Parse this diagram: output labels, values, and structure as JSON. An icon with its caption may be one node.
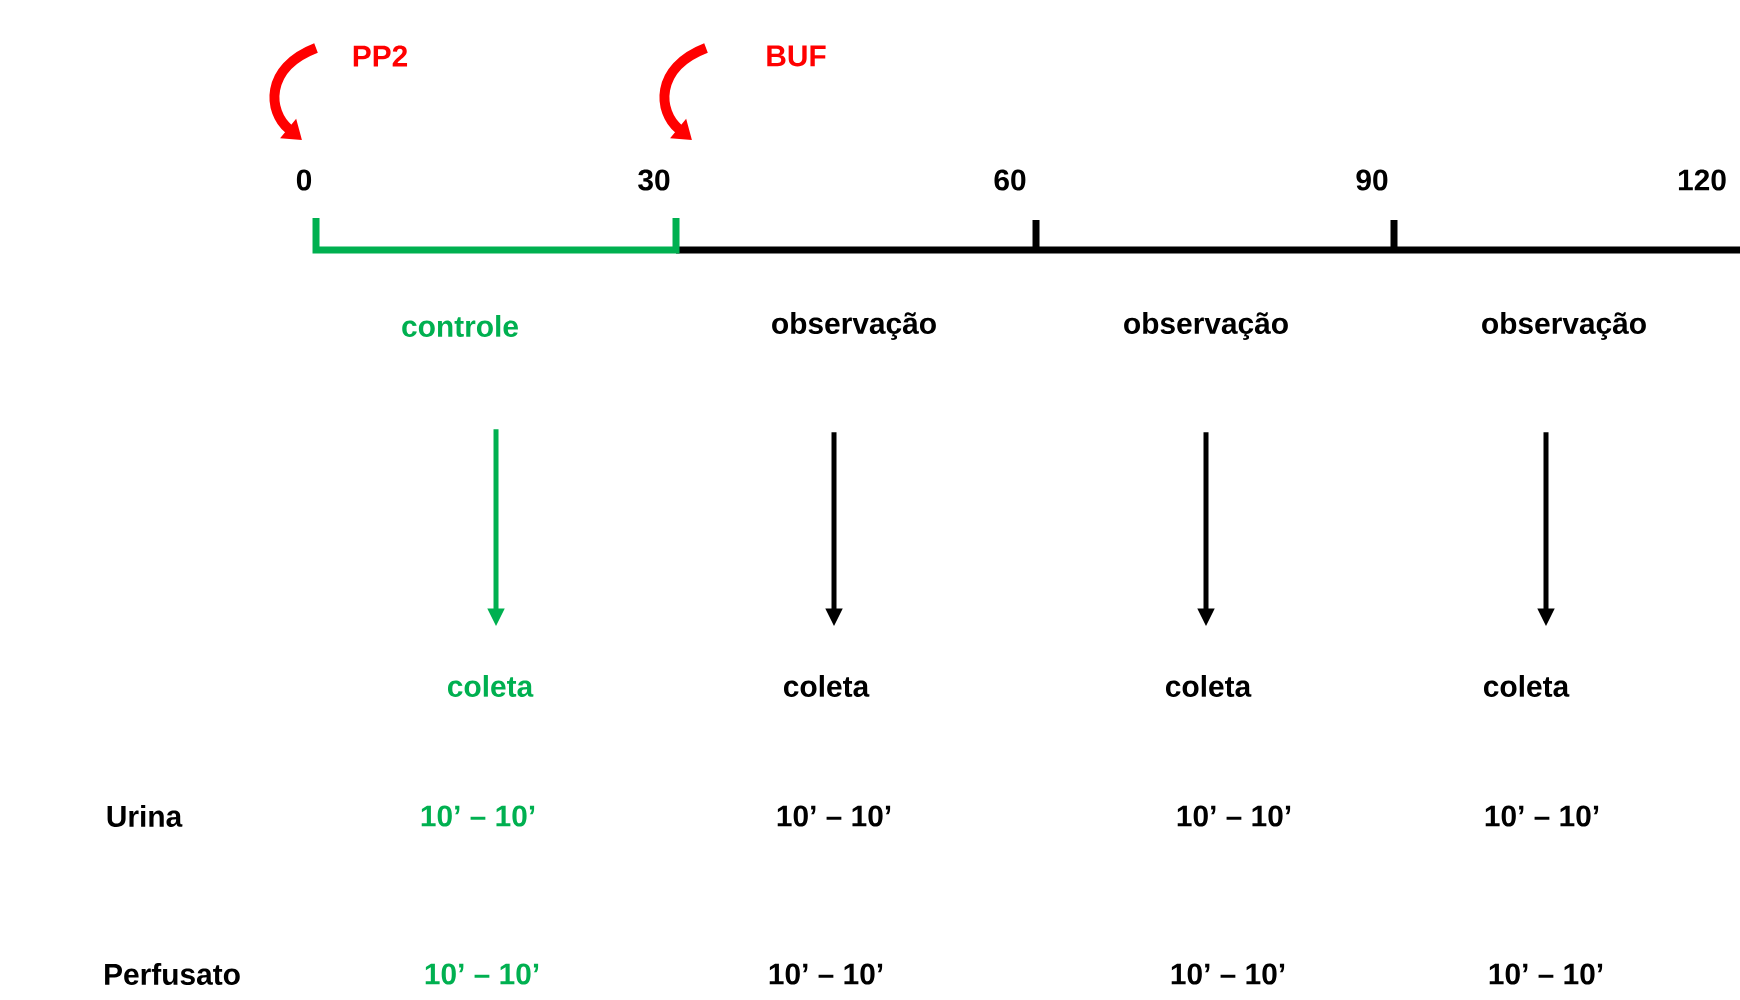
{
  "diagram": {
    "nodes": [
      {
        "text": [
          "controle"
        ]
      },
      {
        "text": [
          "observação"
        ]
      },
      {
        "text": [
          "observação"
        ]
      },
      {
        "text": [
          "observação"
        ]
      },
      {
        "text": [
          "coleta"
        ]
      },
      {
        "text": [
          "coleta"
        ]
      },
      {
        "text": [
          "coleta"
        ]
      },
      {
        "text": [
          "coleta"
        ]
      }
    ],
    "edges": [
      {
        "from": 0,
        "to": 4,
        "arrow": "to",
        "color": "#00b050"
      },
      {
        "from": 1,
        "to": 5,
        "arrow": "to"
      },
      {
        "from": 2,
        "to": 6,
        "arrow": "to"
      },
      {
        "from": 3,
        "to": 7,
        "arrow": "to"
      }
    ],
    "labels": [
      "PP2",
      "BUF",
      "0",
      "30",
      "60",
      "90",
      "120",
      "Urina",
      "10’ – 10’",
      "10’ – 10’",
      "10’ – 10’",
      "10’ – 10’",
      "Perfusato",
      "10’ – 10’",
      "10’ – 10’",
      "10’ – 10’",
      "10’ – 10’"
    ]
  }
}
